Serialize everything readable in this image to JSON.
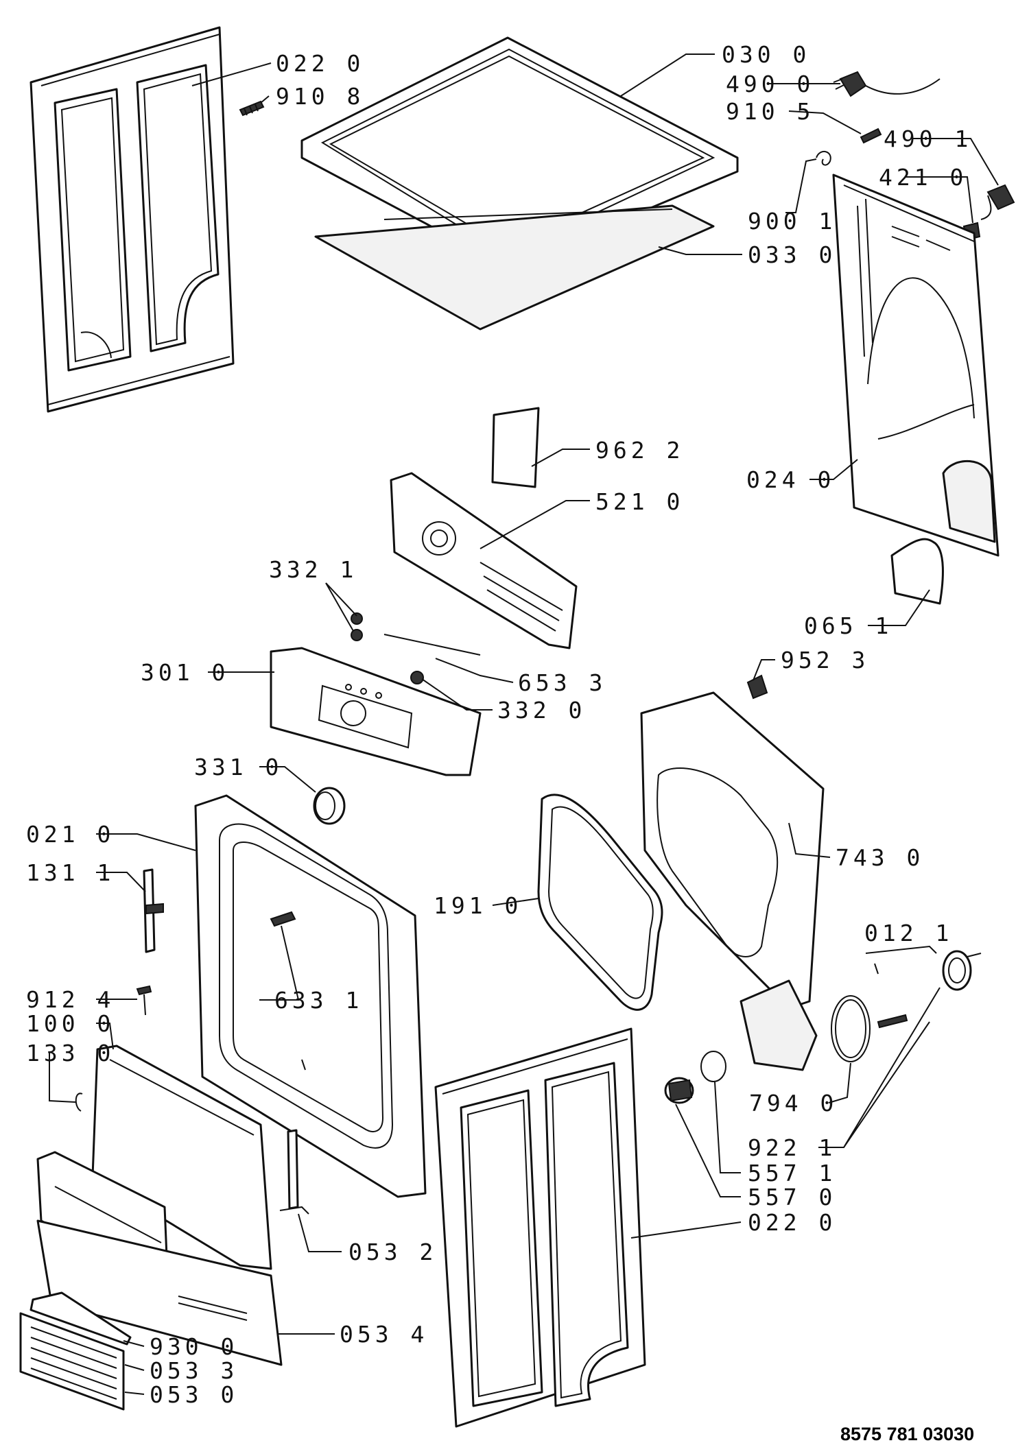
{
  "diagram": {
    "document_code": "8575 781 03030",
    "labels": [
      {
        "id": "022-0-top",
        "text": "022 0"
      },
      {
        "id": "910-8",
        "text": "910 8"
      },
      {
        "id": "030-0",
        "text": "030 0"
      },
      {
        "id": "490-0",
        "text": "490 0"
      },
      {
        "id": "910-5",
        "text": "910 5"
      },
      {
        "id": "490-1",
        "text": "490 1"
      },
      {
        "id": "421-0",
        "text": "421 0"
      },
      {
        "id": "900-1",
        "text": "900 1"
      },
      {
        "id": "033-0",
        "text": "033 0"
      },
      {
        "id": "962-2",
        "text": "962 2"
      },
      {
        "id": "521-0",
        "text": "521 0"
      },
      {
        "id": "024-0",
        "text": "024 0"
      },
      {
        "id": "332-1",
        "text": "332 1"
      },
      {
        "id": "065-1",
        "text": "065 1"
      },
      {
        "id": "952-3",
        "text": "952 3"
      },
      {
        "id": "301-0",
        "text": "301 0"
      },
      {
        "id": "653-3",
        "text": "653 3"
      },
      {
        "id": "332-0",
        "text": "332 0"
      },
      {
        "id": "331-0",
        "text": "331 0"
      },
      {
        "id": "021-0",
        "text": "021 0"
      },
      {
        "id": "131-1",
        "text": "131 1"
      },
      {
        "id": "743-0",
        "text": "743 0"
      },
      {
        "id": "191-0",
        "text": "191 0"
      },
      {
        "id": "012-1",
        "text": "012 1"
      },
      {
        "id": "912-4",
        "text": "912 4"
      },
      {
        "id": "633-1",
        "text": "633 1"
      },
      {
        "id": "100-0",
        "text": "100 0"
      },
      {
        "id": "133-0",
        "text": "133 0"
      },
      {
        "id": "794-0",
        "text": "794 0"
      },
      {
        "id": "922-1",
        "text": "922 1"
      },
      {
        "id": "557-1",
        "text": "557 1"
      },
      {
        "id": "557-0",
        "text": "557 0"
      },
      {
        "id": "022-0-bottom",
        "text": "022 0"
      },
      {
        "id": "053-2",
        "text": "053 2"
      },
      {
        "id": "053-4",
        "text": "053 4"
      },
      {
        "id": "930-0",
        "text": "930 0"
      },
      {
        "id": "053-3",
        "text": "053 3"
      },
      {
        "id": "053-0",
        "text": "053 0"
      }
    ]
  }
}
